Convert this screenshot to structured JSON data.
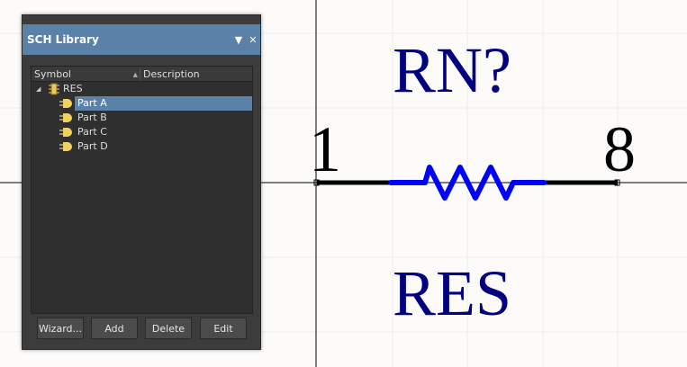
{
  "panel": {
    "title": "SCH Library",
    "menu_icon": "triangle-down",
    "close_icon": "x",
    "columns": [
      "Symbol",
      "Description"
    ],
    "component": "RES",
    "parts": [
      "Part A",
      "Part B",
      "Part C",
      "Part D"
    ],
    "selected_part": "Part A",
    "buttons": {
      "wizard": "Wizard...",
      "add": "Add",
      "delete": "Delete",
      "edit": "Edit"
    }
  },
  "schematic": {
    "designator": "RN?",
    "comment": "RES",
    "pin_left": "1",
    "pin_right": "8",
    "colors": {
      "text": "#000080",
      "body": "#0000ff",
      "pin": "#000000",
      "background": "#fcfbfa"
    }
  }
}
